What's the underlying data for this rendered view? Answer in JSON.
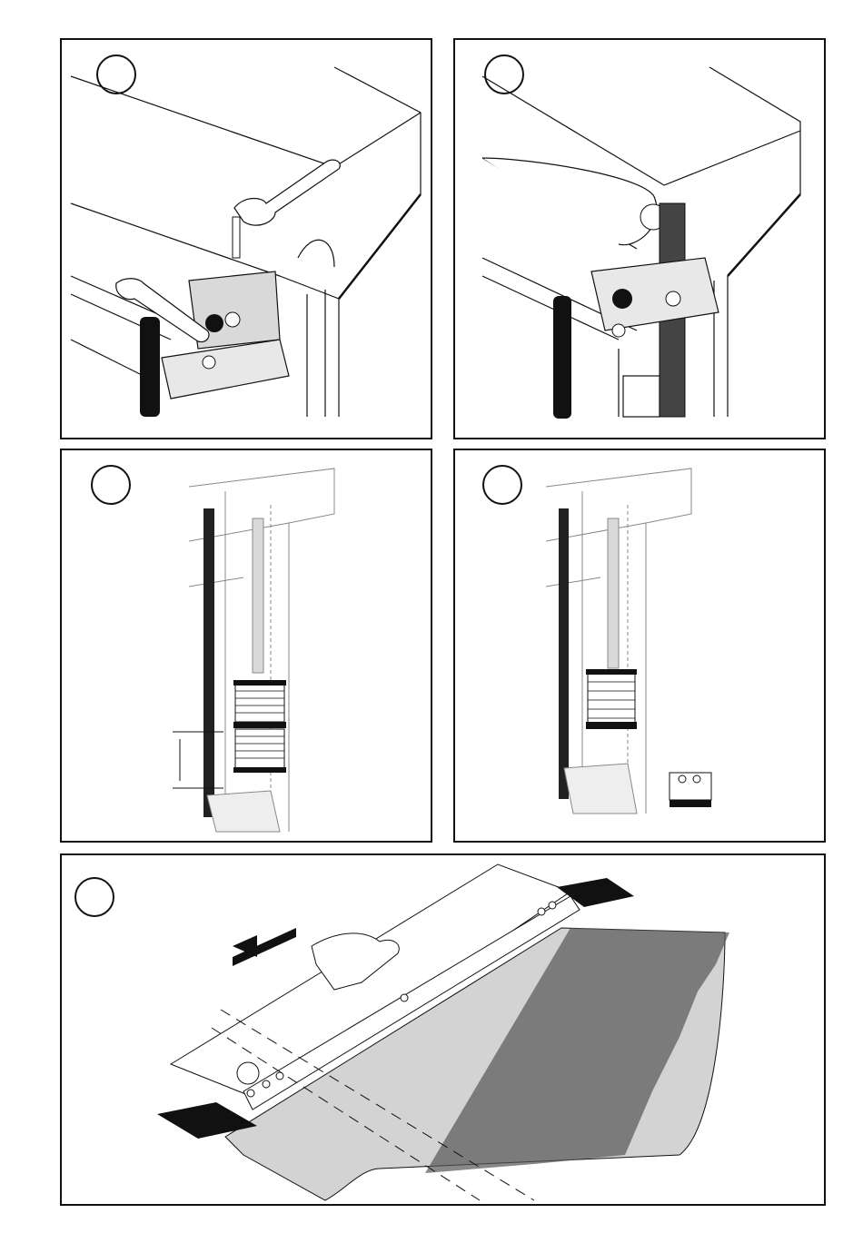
{
  "document": {
    "panels": [
      {
        "id": "step-1",
        "step_marker": "",
        "content": "bracket-fastening"
      },
      {
        "id": "step-2",
        "step_marker": "",
        "content": "belt-attachment"
      },
      {
        "id": "step-3",
        "step_marker": "",
        "content": "counterweight-stack"
      },
      {
        "id": "step-4",
        "step_marker": "",
        "content": "counterweight-removed"
      },
      {
        "id": "step-5",
        "step_marker": "",
        "content": "bottom-bar-insertion"
      }
    ],
    "colors": {
      "line": "#111111",
      "fill_light": "#d9d9d9",
      "fill_dark": "#222222",
      "curtain": "#d3d3d3"
    }
  }
}
